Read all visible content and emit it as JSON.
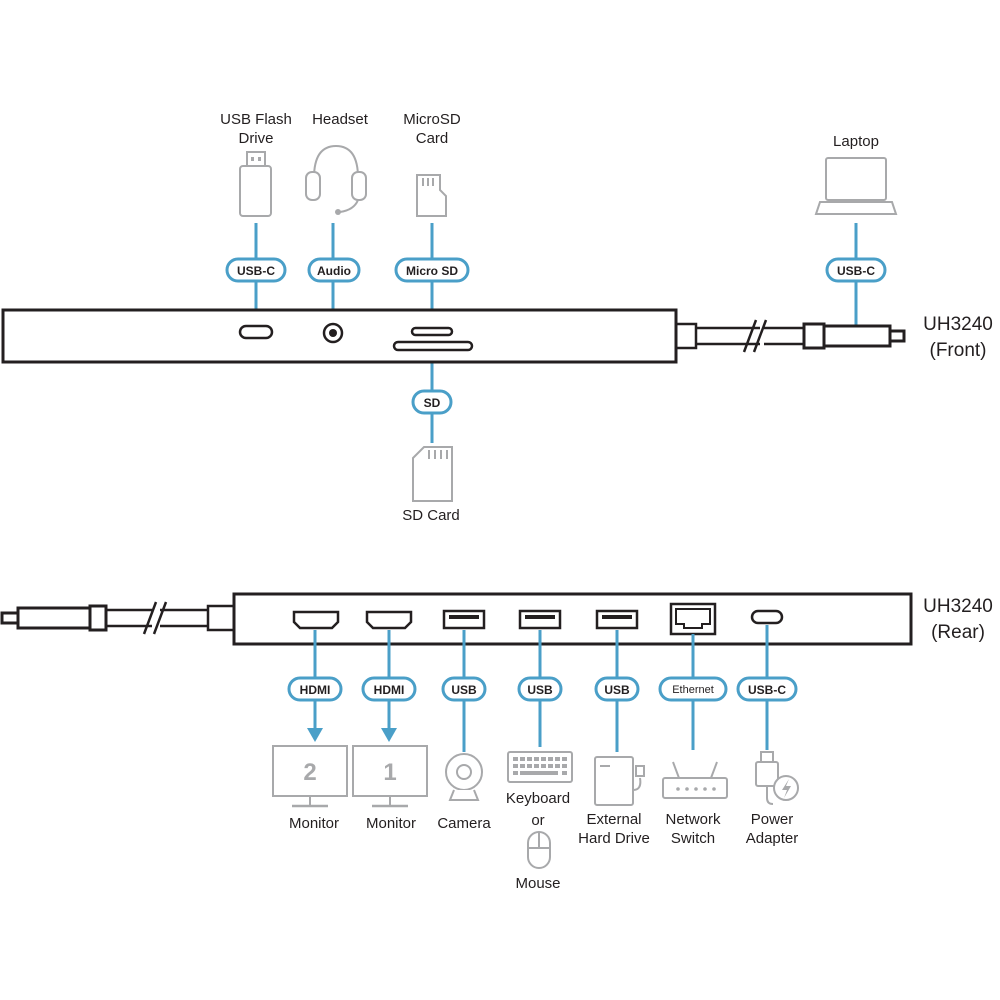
{
  "front": {
    "model": "UH3240",
    "side": "(Front)",
    "devices": {
      "usb_flash_line1": "USB Flash",
      "usb_flash_line2": "Drive",
      "headset": "Headset",
      "microsd_line1": "MicroSD",
      "microsd_line2": "Card",
      "laptop": "Laptop",
      "sd_card": "SD Card"
    },
    "ports": {
      "usbc": "USB-C",
      "audio": "Audio",
      "microsd": "Micro SD",
      "laptop_usbc": "USB-C",
      "sd": "SD"
    }
  },
  "rear": {
    "model": "UH3240",
    "side": "(Rear)",
    "ports": {
      "hdmi1": "HDMI",
      "hdmi2": "HDMI",
      "usb1": "USB",
      "usb2": "USB",
      "usb3": "USB",
      "ethernet": "Ethernet",
      "usbc": "USB-C"
    },
    "devices": {
      "monitor2_number": "2",
      "monitor1_number": "1",
      "monitor2": "Monitor",
      "monitor1": "Monitor",
      "camera": "Camera",
      "keyboard": "Keyboard",
      "or": "or",
      "mouse": "Mouse",
      "hdd_line1": "External",
      "hdd_line2": "Hard Drive",
      "switch_line1": "Network",
      "switch_line2": "Switch",
      "power_line1": "Power",
      "power_line2": "Adapter"
    }
  },
  "colors": {
    "accent": "#4a9fc8",
    "outline": "#231f20",
    "device_gray": "#a8a9ab"
  }
}
